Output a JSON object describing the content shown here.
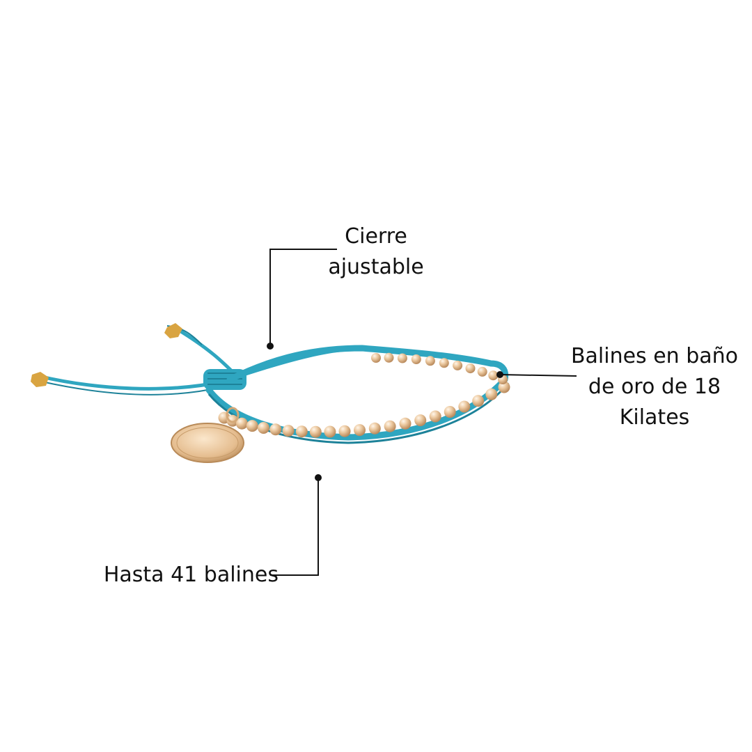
{
  "callouts": {
    "clasp": {
      "lines": [
        "Cierre",
        "ajustable"
      ]
    },
    "beads": {
      "lines": [
        "Balines en baño",
        "de oro de 18",
        "Kilates"
      ]
    },
    "count": {
      "lines": [
        "Hasta 41 balines"
      ]
    }
  },
  "product": {
    "cord_color": "#2fa6c0",
    "cord_shadow": "#1d8299",
    "bead_color": "#e7c49a",
    "bead_highlight": "#fbeedd",
    "charm_color": "#e2b98a"
  },
  "icons": {
    "pointer_dot": "filled-circle"
  }
}
